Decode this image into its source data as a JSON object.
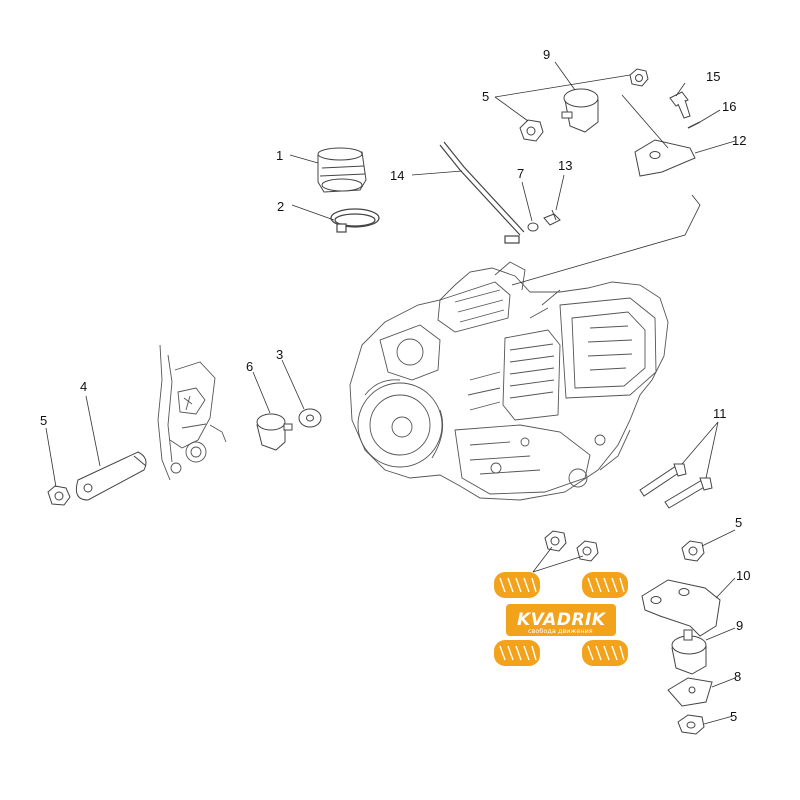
{
  "diagram": {
    "colors": {
      "line": "#444444",
      "leader": "#333333",
      "text": "#111111",
      "watermark": "#f2a21b"
    },
    "callouts": {
      "c1": "1",
      "c2": "2",
      "c3": "3",
      "c4": "4",
      "c5a": "5",
      "c5b": "5",
      "c5c": "5",
      "c5d": "5",
      "c5e": "5",
      "c6": "6",
      "c7": "7",
      "c8": "8",
      "c9a": "9",
      "c9b": "9",
      "c10": "10",
      "c11": "11",
      "c12": "12",
      "c13": "13",
      "c14": "14",
      "c15": "15",
      "c16": "16"
    },
    "watermark": {
      "brand": "KVADRIK",
      "tagline": "свобода движения"
    }
  }
}
